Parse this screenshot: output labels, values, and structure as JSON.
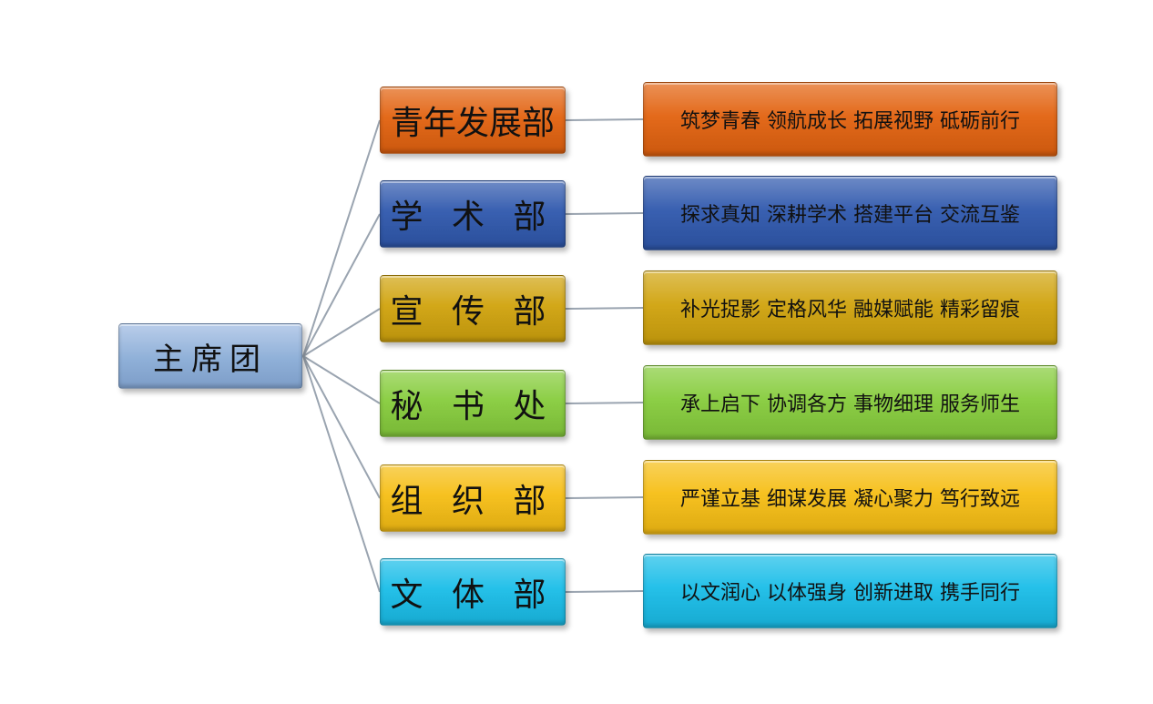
{
  "root": {
    "label": "主席团",
    "color": "#8fb0d8"
  },
  "departments": [
    {
      "name": "青年发展部",
      "motto": "筑梦青春 领航成长 拓展视野 砥砺前行",
      "color": "#e2620f"
    },
    {
      "name": "学 术 部",
      "motto": "探求真知 深耕学术 搭建平台 交流互鉴",
      "color": "#2f58ad"
    },
    {
      "name": "宣 传 部",
      "motto": "补光捉影 定格风华 融媒赋能 精彩留痕",
      "color": "#d0a30d"
    },
    {
      "name": "秘 书 处",
      "motto": "承上启下 协调各方 事物细理 服务师生",
      "color": "#86cc3c"
    },
    {
      "name": "组 织 部",
      "motto": "严谨立基 细谋发展 凝心聚力 笃行致远",
      "color": "#f6be14"
    },
    {
      "name": "文 体 部",
      "motto": "以文润心 以体强身 创新进取 携手同行",
      "color": "#19bde8"
    }
  ],
  "line_color": "#9aa4b0"
}
